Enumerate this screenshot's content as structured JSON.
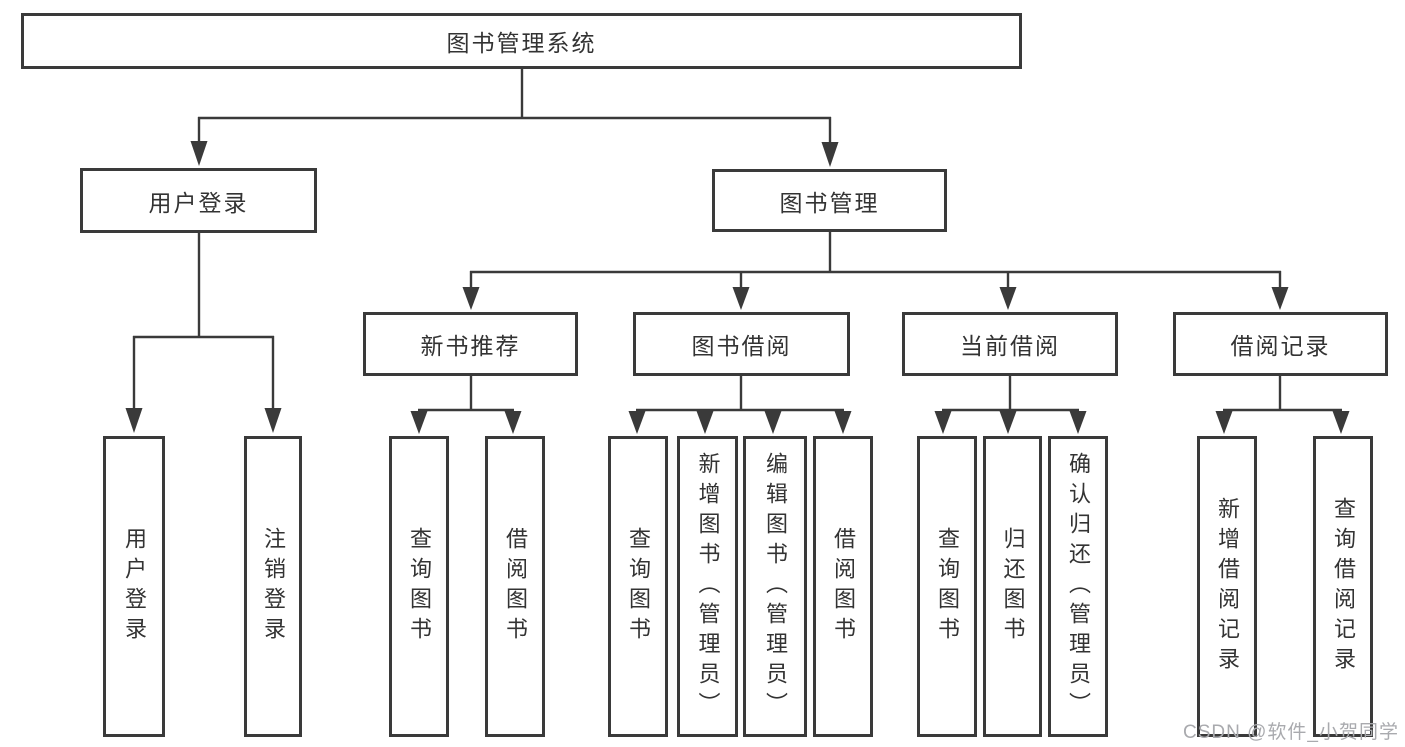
{
  "diagram": {
    "root": {
      "label": "图书管理系统"
    },
    "level2": [
      {
        "label": "用户登录"
      },
      {
        "label": "图书管理"
      }
    ],
    "level3": [
      {
        "label": "新书推荐"
      },
      {
        "label": "图书借阅"
      },
      {
        "label": "当前借阅"
      },
      {
        "label": "借阅记录"
      }
    ],
    "leaves": {
      "user_login": [
        {
          "label": "用户登录"
        },
        {
          "label": "注销登录"
        }
      ],
      "new_books": [
        {
          "label": "查询图书"
        },
        {
          "label": "借阅图书"
        }
      ],
      "book_borrow": [
        {
          "label": "查询图书"
        },
        {
          "label": "新增图书（管理员）"
        },
        {
          "label": "编辑图书（管理员）"
        },
        {
          "label": "借阅图书"
        }
      ],
      "current_borrow": [
        {
          "label": "查询图书"
        },
        {
          "label": "归还图书"
        },
        {
          "label": "确认归还（管理员）"
        }
      ],
      "borrow_records": [
        {
          "label": "新增借阅记录"
        },
        {
          "label": "查询借阅记录"
        }
      ]
    }
  },
  "watermark": {
    "text": "CSDN @软件_小贺同学"
  },
  "colors": {
    "line": "#3a3a3a",
    "text": "#333333",
    "background": "#ffffff",
    "watermark": "#a9aaae"
  }
}
